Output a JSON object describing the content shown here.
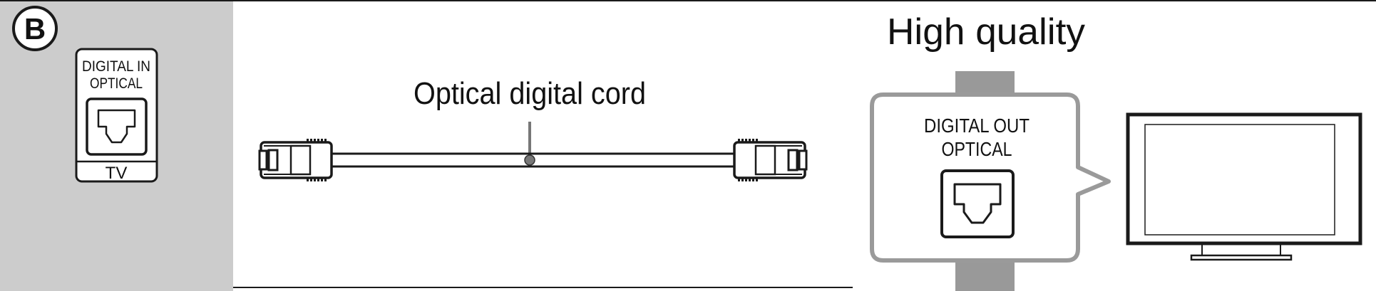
{
  "step_badge": "B",
  "tv_port": {
    "label_line1": "DIGITAL IN",
    "label_line2": "OPTICAL",
    "device_label": "TV"
  },
  "cable": {
    "label": "Optical digital cord"
  },
  "output_panel": {
    "title": "High quality",
    "label_line1": "DIGITAL OUT",
    "label_line2": "OPTICAL"
  },
  "colors": {
    "left_panel_bg": "#cccccc",
    "line": "#1a1a1a",
    "callout_border": "#9a9a9a",
    "cable_guide": "#999999"
  },
  "icons": [
    "optical-port-icon",
    "optical-plug-icon",
    "tv-monitor-icon"
  ]
}
